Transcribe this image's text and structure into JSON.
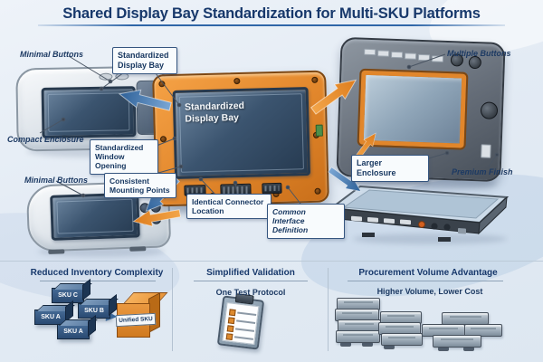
{
  "title": "Shared Display Bay Standardization for Multi-SKU Platforms",
  "devices": {
    "compact": {
      "label_buttons": "Minimal Buttons",
      "label_enclosure": "Compact Enclosure"
    },
    "handheld": {
      "label_buttons": "Minimal Buttons"
    },
    "center": {
      "screen_text": "Standardized Display Bay"
    },
    "large": {
      "label_buttons": "Multiple Buttons",
      "label_finish": "Premium Finish"
    }
  },
  "callouts": {
    "display_bay": "Standardized Display Bay",
    "window_opening": "Standardized Window Opening",
    "mounting_points": "Consistent Mounting Points",
    "connector_location": "Identical Connector Location",
    "interface_definition": "Common Interface Definition",
    "larger_enclosure": "Larger Enclosure"
  },
  "panels": [
    {
      "title": "Reduced Inventory Complexity",
      "skus": [
        "SKU C",
        "SKU A",
        "SKU B",
        "SKU A"
      ],
      "unified_label": "Unified SKU"
    },
    {
      "title": "Simplified Validation",
      "subtitle": "One Test Protocol"
    },
    {
      "title": "Procurement Volume Advantage",
      "subtitle": "Higher Volume, Lower Cost"
    }
  ],
  "colors": {
    "navy_text": "#17386b",
    "accent_orange": "#e1862b",
    "accent_blue": "#3e77b5"
  }
}
